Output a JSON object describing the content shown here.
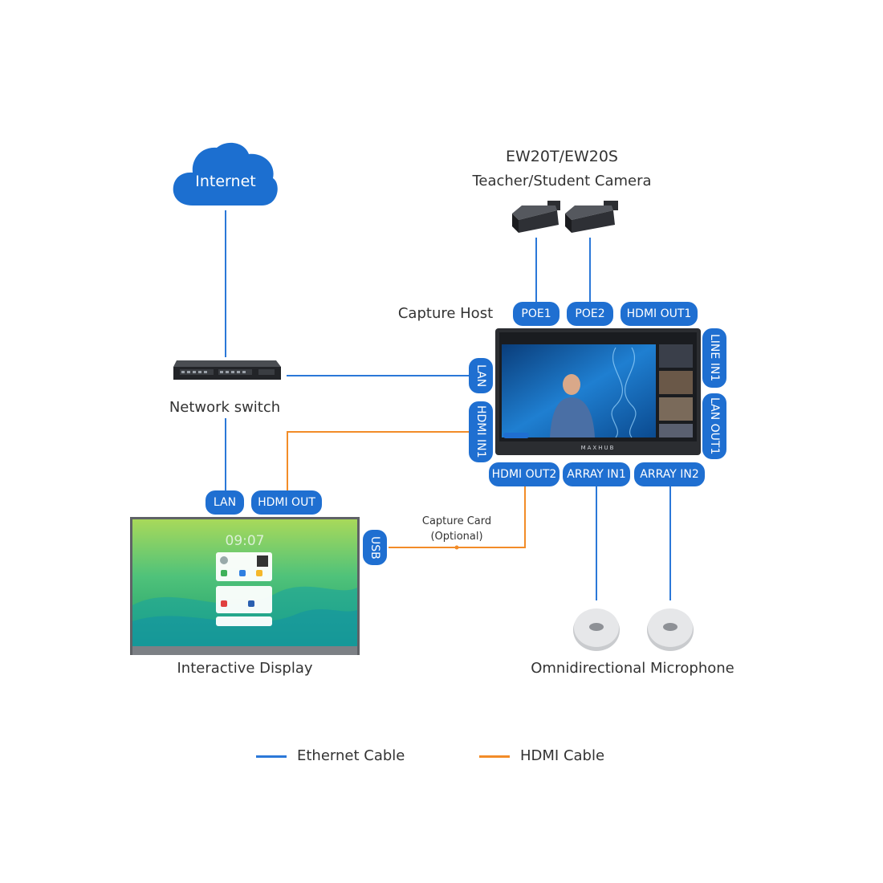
{
  "nodes": {
    "internet": "Internet",
    "network_switch": "Network switch",
    "camera_model": "EW20T/EW20S",
    "camera_desc": "Teacher/Student Camera",
    "capture_host": "Capture Host",
    "interactive_display": "Interactive Display",
    "microphone": "Omnidirectional Microphone",
    "capture_card_line1": "Capture Card",
    "capture_card_line2": "(Optional)",
    "host_brand": "MAXHUB",
    "display_clock": "09:07"
  },
  "ports": {
    "poe1": "POE1",
    "poe2": "POE2",
    "hdmi_out1": "HDMI OUT1",
    "line_in1": "LINE IN1",
    "lan_out1": "LAN OUT1",
    "lan_host": "LAN",
    "hdmi_in1": "HDMI IN1",
    "hdmi_out2": "HDMI OUT2",
    "array_in1": "ARRAY IN1",
    "array_in2": "ARRAY IN2",
    "lan_display": "LAN",
    "hdmi_out_display": "HDMI OUT",
    "usb": "USB"
  },
  "legend": {
    "ethernet": "Ethernet Cable",
    "hdmi": "HDMI Cable"
  },
  "colors": {
    "ethernet": "#2b78d8",
    "hdmi": "#f28c28",
    "port": "#1f6fd1",
    "cloud": "#1c6fd0"
  }
}
